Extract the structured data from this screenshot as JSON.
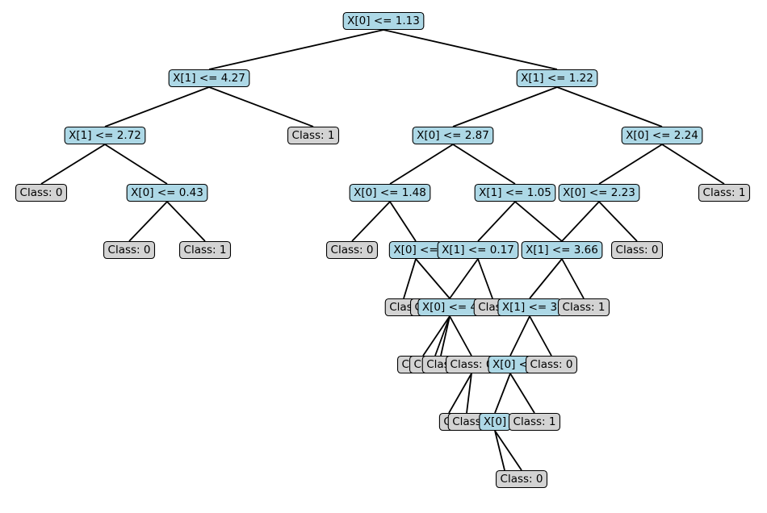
{
  "colors": {
    "split_node_fill": "#add8e6",
    "leaf_node_fill": "#d3d3d3",
    "edge_color": "#000000"
  },
  "nodes": [
    {
      "id": "n0",
      "kind": "split",
      "text": "X[0] <= 1.13"
    },
    {
      "id": "n1",
      "kind": "split",
      "text": "X[1] <= 4.27"
    },
    {
      "id": "n2",
      "kind": "split",
      "text": "X[1] <= 1.22"
    },
    {
      "id": "n3",
      "kind": "split",
      "text": "X[1] <= 2.72"
    },
    {
      "id": "n4",
      "kind": "leaf",
      "text": "Class: 1"
    },
    {
      "id": "n5",
      "kind": "split",
      "text": "X[0] <= 2.87"
    },
    {
      "id": "n6",
      "kind": "split",
      "text": "X[0] <= 2.24"
    },
    {
      "id": "n7",
      "kind": "leaf",
      "text": "Class: 0"
    },
    {
      "id": "n8",
      "kind": "split",
      "text": "X[0] <= 0.43"
    },
    {
      "id": "n9",
      "kind": "split",
      "text": "X[0] <= 1.48"
    },
    {
      "id": "n10",
      "kind": "split",
      "text": "X[1] <= 1.05"
    },
    {
      "id": "n11",
      "kind": "split",
      "text": "X[0] <= 2.23"
    },
    {
      "id": "n12",
      "kind": "leaf",
      "text": "Class: 1"
    },
    {
      "id": "n13",
      "kind": "leaf",
      "text": "Class: 0"
    },
    {
      "id": "n14",
      "kind": "leaf",
      "text": "Class: 1"
    },
    {
      "id": "n15",
      "kind": "leaf",
      "text": "Class: 0"
    },
    {
      "id": "n16",
      "kind": "split",
      "text": "X[0] <= "
    },
    {
      "id": "n17",
      "kind": "split",
      "text": "X[1] <= 0.17"
    },
    {
      "id": "n18",
      "kind": "split",
      "text": "X[1] <= 3.66"
    },
    {
      "id": "n19",
      "kind": "leaf",
      "text": "Class: 0"
    },
    {
      "id": "n20",
      "kind": "leaf",
      "text": "Class"
    },
    {
      "id": "n21",
      "kind": "leaf",
      "text": "Class: 0"
    },
    {
      "id": "n22",
      "kind": "split",
      "text": "X[0] <= 4"
    },
    {
      "id": "n23",
      "kind": "leaf",
      "text": "Class"
    },
    {
      "id": "n24",
      "kind": "split",
      "text": "X[1] <= 3"
    },
    {
      "id": "n25",
      "kind": "leaf",
      "text": "Class: 1"
    },
    {
      "id": "n26",
      "kind": "leaf",
      "text": "Class: 0"
    },
    {
      "id": "n27",
      "kind": "leaf",
      "text": "Class: 1"
    },
    {
      "id": "n28",
      "kind": "leaf",
      "text": "Class"
    },
    {
      "id": "n29",
      "kind": "leaf",
      "text": "Class: 0"
    },
    {
      "id": "n30",
      "kind": "split",
      "text": "X[0] <"
    },
    {
      "id": "n31",
      "kind": "leaf",
      "text": "Class: 0"
    },
    {
      "id": "n32",
      "kind": "leaf",
      "text": "Cl"
    },
    {
      "id": "n33",
      "kind": "leaf",
      "text": "Class"
    },
    {
      "id": "n34",
      "kind": "split",
      "text": "X[0] "
    },
    {
      "id": "n35",
      "kind": "leaf",
      "text": "Class: 1"
    },
    {
      "id": "n36",
      "kind": "leaf",
      "text": "C"
    },
    {
      "id": "n37",
      "kind": "leaf",
      "text": "Class: 0"
    }
  ],
  "edges": [
    [
      "n0",
      "n1"
    ],
    [
      "n0",
      "n2"
    ],
    [
      "n1",
      "n3"
    ],
    [
      "n1",
      "n4"
    ],
    [
      "n2",
      "n5"
    ],
    [
      "n2",
      "n6"
    ],
    [
      "n3",
      "n7"
    ],
    [
      "n3",
      "n8"
    ],
    [
      "n5",
      "n9"
    ],
    [
      "n5",
      "n10"
    ],
    [
      "n6",
      "n11"
    ],
    [
      "n6",
      "n12"
    ],
    [
      "n8",
      "n13"
    ],
    [
      "n8",
      "n14"
    ],
    [
      "n9",
      "n15"
    ],
    [
      "n9",
      "n16"
    ],
    [
      "n10",
      "n17"
    ],
    [
      "n10",
      "n18"
    ],
    [
      "n11",
      "n18"
    ],
    [
      "n11",
      "n19"
    ],
    [
      "n16",
      "n20"
    ],
    [
      "n16",
      "n22"
    ],
    [
      "n17",
      "n22"
    ],
    [
      "n17",
      "n23"
    ],
    [
      "n18",
      "n24"
    ],
    [
      "n18",
      "n25"
    ],
    [
      "n22",
      "n28"
    ],
    [
      "n22",
      "n27"
    ],
    [
      "n22",
      "n29"
    ],
    [
      "n22",
      "n26"
    ],
    [
      "n24",
      "n30"
    ],
    [
      "n24",
      "n31"
    ],
    [
      "n29",
      "n32"
    ],
    [
      "n29",
      "n33"
    ],
    [
      "n30",
      "n34"
    ],
    [
      "n30",
      "n35"
    ],
    [
      "n34",
      "n36"
    ],
    [
      "n34",
      "n37"
    ]
  ]
}
